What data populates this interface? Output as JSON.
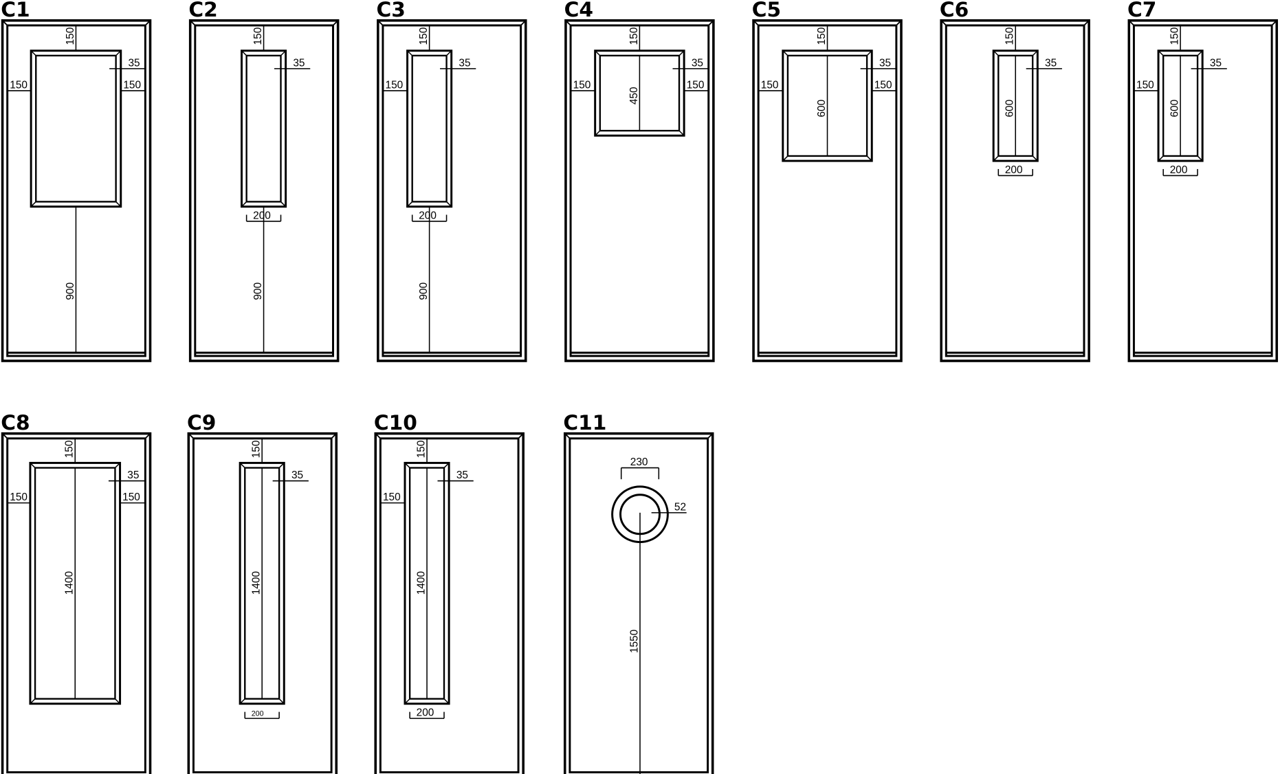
{
  "title": "Door panel glazing variants",
  "doors": [
    {
      "label": "C1",
      "type": "panel",
      "dims": {
        "top": "150",
        "corner": "35",
        "left": "150",
        "right": "150",
        "below": "900"
      }
    },
    {
      "label": "C2",
      "type": "panel",
      "dims": {
        "top": "150",
        "corner": "35",
        "width": "200",
        "below": "900"
      }
    },
    {
      "label": "C3",
      "type": "panel",
      "dims": {
        "top": "150",
        "corner": "35",
        "left": "150",
        "width": "200",
        "below": "900"
      }
    },
    {
      "label": "C4",
      "type": "panel",
      "dims": {
        "top": "150",
        "corner": "35",
        "left": "150",
        "right": "150",
        "height": "450"
      }
    },
    {
      "label": "C5",
      "type": "panel",
      "dims": {
        "top": "150",
        "corner": "35",
        "left": "150",
        "right": "150",
        "height": "600"
      }
    },
    {
      "label": "C6",
      "type": "panel",
      "dims": {
        "top": "150",
        "corner": "35",
        "height": "600",
        "width": "200"
      }
    },
    {
      "label": "C7",
      "type": "panel",
      "dims": {
        "top": "150",
        "corner": "35",
        "left": "150",
        "height": "600",
        "width": "200"
      }
    },
    {
      "label": "C8",
      "type": "panel",
      "dims": {
        "top": "150",
        "corner": "35",
        "left": "150",
        "right": "150",
        "height": "1400"
      }
    },
    {
      "label": "C9",
      "type": "panel",
      "dims": {
        "top": "150",
        "corner": "35",
        "height": "1400",
        "width": "200"
      }
    },
    {
      "label": "C10",
      "type": "panel",
      "dims": {
        "top": "150",
        "corner": "35",
        "left": "150",
        "height": "1400",
        "width": "200"
      }
    },
    {
      "label": "C11",
      "type": "porthole",
      "dims": {
        "diameter": "230",
        "ring": "52",
        "below": "1550"
      }
    }
  ]
}
